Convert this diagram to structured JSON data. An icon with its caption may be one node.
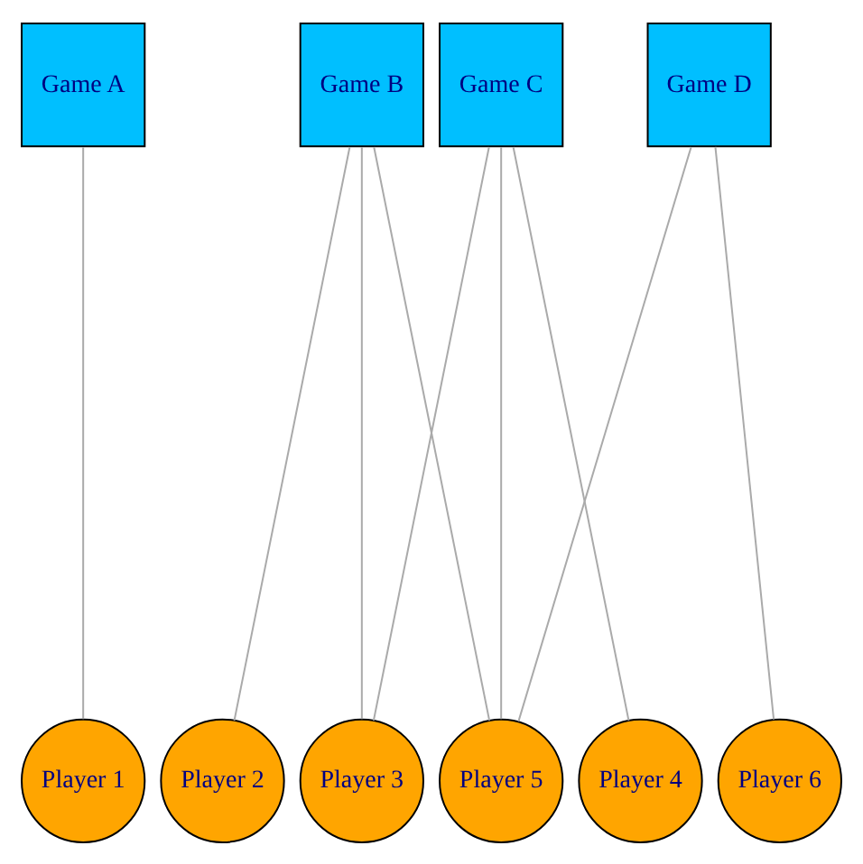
{
  "diagram": {
    "nodes": [
      {
        "text": [
          "Game A"
        ]
      },
      {
        "text": [
          "Game B"
        ]
      },
      {
        "text": [
          "Game C"
        ]
      },
      {
        "text": [
          "Game D"
        ]
      },
      {
        "text": [
          "Player 1"
        ]
      },
      {
        "text": [
          "Player 2"
        ]
      },
      {
        "text": [
          "Player 3"
        ]
      },
      {
        "text": [
          "Player 4"
        ]
      },
      {
        "text": [
          "Player 5"
        ]
      },
      {
        "text": [
          "Player 6"
        ]
      }
    ],
    "edges": [
      {
        "from": 0,
        "to": 4,
        "arrow": "none"
      },
      {
        "from": 1,
        "to": 5,
        "arrow": "none"
      },
      {
        "from": 1,
        "to": 6,
        "arrow": "none"
      },
      {
        "from": 1,
        "to": 8,
        "arrow": "none"
      },
      {
        "from": 2,
        "to": 6,
        "arrow": "none"
      },
      {
        "from": 2,
        "to": 7,
        "arrow": "none"
      },
      {
        "from": 2,
        "to": 8,
        "arrow": "none"
      },
      {
        "from": 3,
        "to": 8,
        "arrow": "none"
      },
      {
        "from": 3,
        "to": 9,
        "arrow": "none"
      }
    ]
  }
}
